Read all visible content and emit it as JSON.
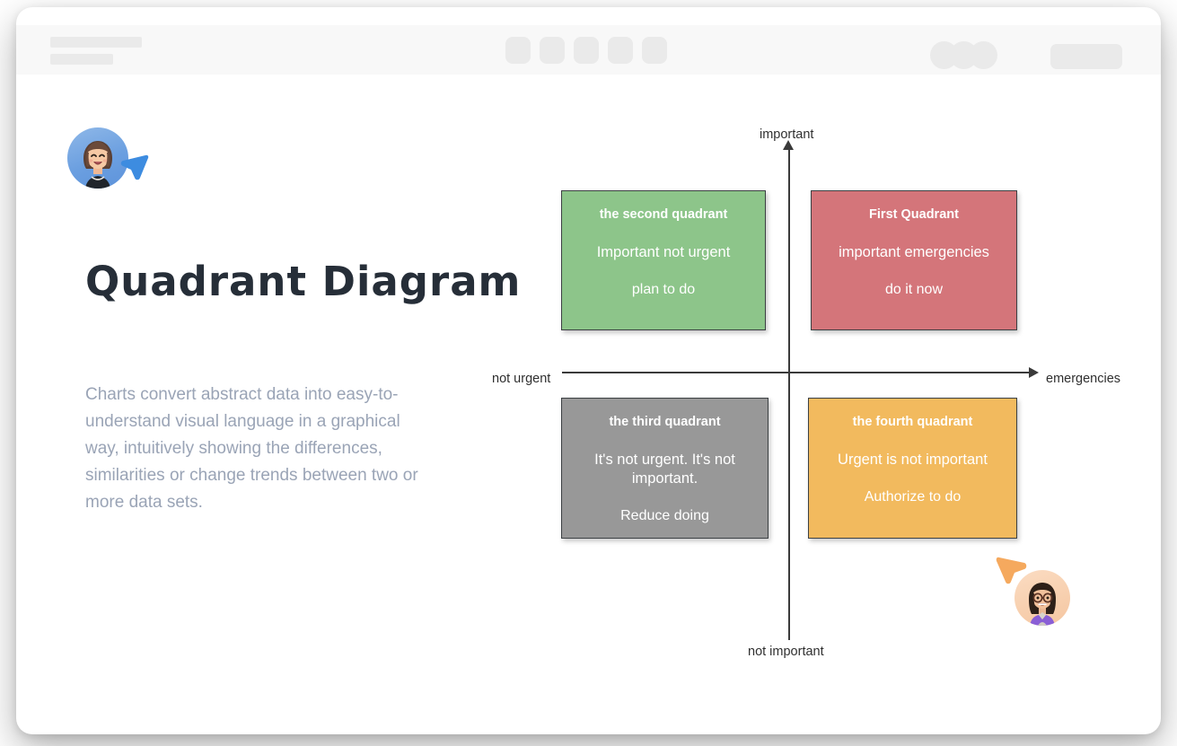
{
  "window": {
    "toolbar": {
      "placeholder_lines": [
        "",
        ""
      ],
      "tool_placeholders": [
        "",
        "",
        "",
        "",
        ""
      ],
      "avatar_stack": [
        "",
        "",
        ""
      ],
      "action_button_label": ""
    }
  },
  "left_panel": {
    "title": "Quadrant  Diagram",
    "description": "Charts convert abstract data into easy-to-understand visual language in a graphical way, intuitively showing the differences, similarities or change trends between two or more data sets.",
    "avatar_name": "user-avatar-blue",
    "cursor_name": "pointer-cursor-blue",
    "cursor_color": "#3d8ce0"
  },
  "chart_data": {
    "type": "quadrant",
    "title": "Quadrant Diagram",
    "axes": {
      "y_top_label": "important",
      "y_bottom_label": "not important",
      "x_left_label": "not urgent",
      "x_right_label": "emergencies"
    },
    "quadrants": [
      {
        "id": "first",
        "position": "top-right",
        "title": "First Quadrant",
        "body": "important emergencies",
        "action": "do it now",
        "color": "#d4757a"
      },
      {
        "id": "second",
        "position": "top-left",
        "title": "the second quadrant",
        "body": "Important not urgent",
        "action": "plan to do",
        "color": "#8dc58a"
      },
      {
        "id": "third",
        "position": "bottom-left",
        "title": "the third quadrant",
        "body": "It's not urgent. It's not important.",
        "action": "Reduce doing",
        "color": "#989898"
      },
      {
        "id": "fourth",
        "position": "bottom-right",
        "title": "the fourth quadrant",
        "body": "Urgent is not important",
        "action": "Authorize to do",
        "color": "#f2ba5e"
      }
    ]
  },
  "collaborators": {
    "bottom_right": {
      "avatar_name": "user-avatar-peach",
      "cursor_name": "pointer-cursor-orange",
      "cursor_color": "#f5a95e"
    }
  }
}
